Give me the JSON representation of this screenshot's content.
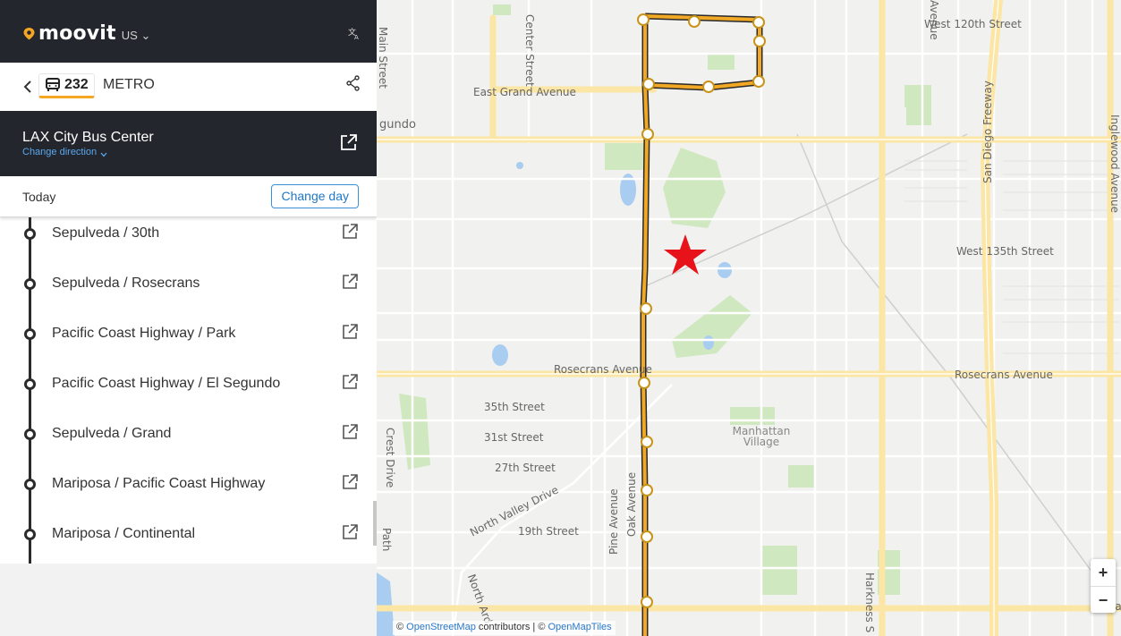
{
  "header": {
    "logo_text": "moovit",
    "region": "US",
    "icons": {
      "logo_pin": "location-pin-icon",
      "translate": "translate-icon"
    }
  },
  "route": {
    "line_number": "232",
    "agency": "METRO",
    "accent_color": "#f5a623",
    "icons": {
      "back": "chevron-left-icon",
      "bus": "bus-icon",
      "share": "share-icon"
    }
  },
  "direction": {
    "title": "LAX City Bus Center",
    "change_label": "Change direction",
    "icons": {
      "external": "external-link-icon",
      "chevron": "chevron-down-icon"
    }
  },
  "schedule": {
    "day_label": "Today",
    "change_day_label": "Change day"
  },
  "stops": [
    {
      "name": "Sepulveda / 30th"
    },
    {
      "name": "Sepulveda / Rosecrans"
    },
    {
      "name": "Pacific Coast Highway / Park"
    },
    {
      "name": "Pacific Coast Highway / El Segundo"
    },
    {
      "name": "Sepulveda / Grand"
    },
    {
      "name": "Mariposa / Pacific Coast Highway"
    },
    {
      "name": "Mariposa / Continental"
    }
  ],
  "map": {
    "labels": {
      "west_120th": "West 120th Street",
      "east_grand": "East Grand Avenue",
      "center_street": "Center Street",
      "main_street": "Main Street",
      "segundo": "gundo",
      "san_diego_fwy": "San Diego Freeway",
      "inglewood_ave": "Inglewood Avenue",
      "west_135th": "West 135th Street",
      "rosecrans_w": "Rosecrans Avenue",
      "rosecrans_e": "Rosecrans Avenue",
      "s35th": "35th Street",
      "s31st": "31st Street",
      "s27th": "27th Street",
      "s19th": "19th Street",
      "manhattan_village": "Manhattan Village",
      "north_valley": "North Valley Drive",
      "pine_ave": "Pine Avenue",
      "oak_ave": "Oak Avenue",
      "crest_drive": "Crest Drive",
      "harkness": "Harkness S",
      "path": "Path",
      "north_ard": "North Ard",
      "avenue_top": "Avenue",
      "ma": "Ma"
    },
    "route_color": "#f0a825",
    "marker_color": "#e8131a",
    "icons": {
      "marker": "star-marker-icon"
    },
    "zoom_in": "+",
    "zoom_out": "−",
    "attribution": {
      "prefix": "© ",
      "osm": "OpenStreetMap",
      "middle": " contributors | © ",
      "omt": "OpenMapTiles"
    }
  }
}
